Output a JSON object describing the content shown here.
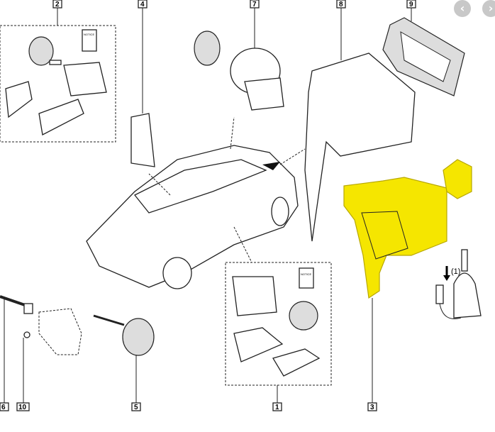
{
  "diagram": {
    "callouts": [
      "2",
      "4",
      "7",
      "8",
      "9",
      "6",
      "10",
      "5",
      "1",
      "3"
    ],
    "booklet_text": "NOTICE",
    "key_note": "(1)",
    "highlight_color": "#f5e600"
  },
  "viewer": {
    "prev_icon": "‹",
    "next_icon": "›"
  }
}
